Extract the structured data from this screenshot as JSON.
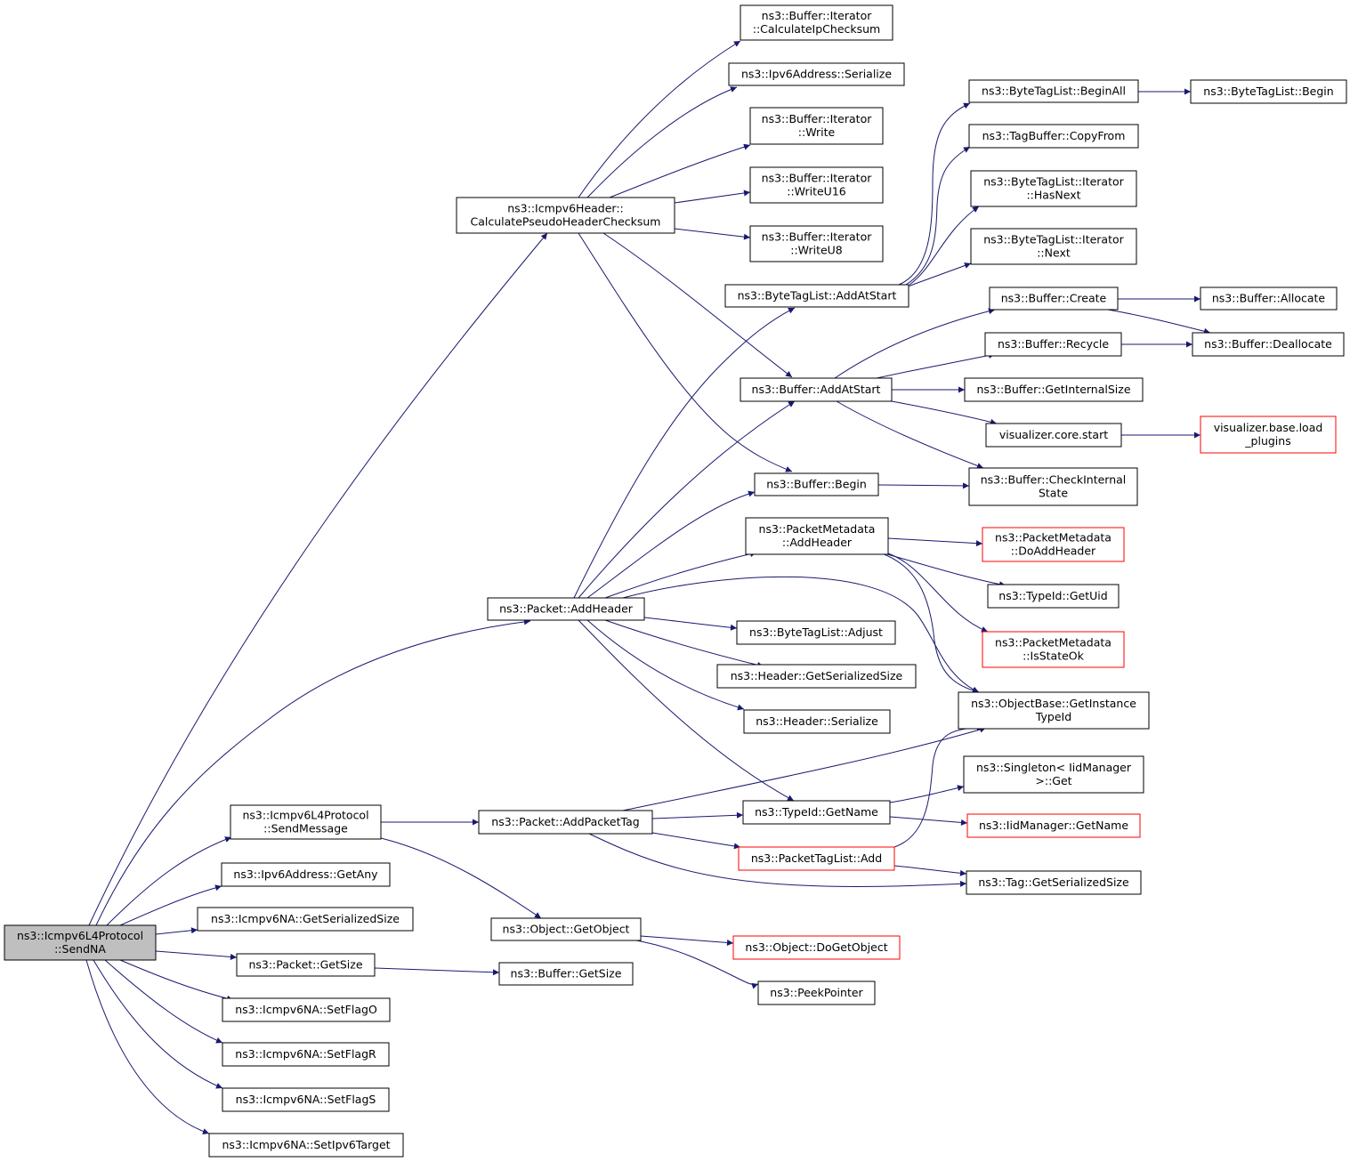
{
  "colors": {
    "edge": "#191970",
    "root_fill": "#bfbfbf",
    "incomplete_border": "#ff0000",
    "node_border": "#000000"
  },
  "nodes": {
    "sendna": [
      "ns3::Icmpv6L4Protocol",
      "::SendNA"
    ],
    "calcpseudo": [
      "ns3::Icmpv6Header::",
      "CalculatePseudoHeaderChecksum"
    ],
    "calcip": [
      "ns3::Buffer::Iterator",
      "::CalculateIpChecksum"
    ],
    "ipv6ser": [
      "ns3::Ipv6Address::Serialize"
    ],
    "itwrite": [
      "ns3::Buffer::Iterator",
      "::Write"
    ],
    "itwriteu16": [
      "ns3::Buffer::Iterator",
      "::WriteU16"
    ],
    "itwriteu8": [
      "ns3::Buffer::Iterator",
      "::WriteU8"
    ],
    "btlbeginall": [
      "ns3::ByteTagList::BeginAll"
    ],
    "btlbegin": [
      "ns3::ByteTagList::Begin"
    ],
    "tagcopy": [
      "ns3::TagBuffer::CopyFrom"
    ],
    "hasnext": [
      "ns3::ByteTagList::Iterator",
      "::HasNext"
    ],
    "itnext": [
      "ns3::ByteTagList::Iterator",
      "::Next"
    ],
    "btladdatstart": [
      "ns3::ByteTagList::AddAtStart"
    ],
    "bufcreate": [
      "ns3::Buffer::Create"
    ],
    "bufallocate": [
      "ns3::Buffer::Allocate"
    ],
    "bufrecycle": [
      "ns3::Buffer::Recycle"
    ],
    "bufdealloc": [
      "ns3::Buffer::Deallocate"
    ],
    "bufaddatstart": [
      "ns3::Buffer::AddAtStart"
    ],
    "bufinternal": [
      "ns3::Buffer::GetInternalSize"
    ],
    "viscore": [
      "visualizer.core.start"
    ],
    "visbase": [
      "visualizer.base.load",
      "_plugins"
    ],
    "bufbegin": [
      "ns3::Buffer::Begin"
    ],
    "bufcheck": [
      "ns3::Buffer::CheckInternal",
      "State"
    ],
    "pmaddheader": [
      "ns3::PacketMetadata",
      "::AddHeader"
    ],
    "pmdoadd": [
      "ns3::PacketMetadata",
      "::DoAddHeader"
    ],
    "typeuid": [
      "ns3::TypeId::GetUid"
    ],
    "pmstate": [
      "ns3::PacketMetadata",
      "::IsStateOk"
    ],
    "pktaddheader": [
      "ns3::Packet::AddHeader"
    ],
    "btladjust": [
      "ns3::ByteTagList::Adjust"
    ],
    "hdrsize": [
      "ns3::Header::GetSerializedSize"
    ],
    "hdrser": [
      "ns3::Header::Serialize"
    ],
    "objinst": [
      "ns3::ObjectBase::GetInstance",
      "TypeId"
    ],
    "singleton": [
      "ns3::Singleton< IidManager",
      ">::Get"
    ],
    "sendmsg": [
      "ns3::Icmpv6L4Protocol",
      "::SendMessage"
    ],
    "addpkttag": [
      "ns3::Packet::AddPacketTag"
    ],
    "typename": [
      "ns3::TypeId::GetName"
    ],
    "iidname": [
      "ns3::IidManager::GetName"
    ],
    "ptladd": [
      "ns3::PacketTagList::Add"
    ],
    "tagsize": [
      "ns3::Tag::GetSerializedSize"
    ],
    "ipv6any": [
      "ns3::Ipv6Address::GetAny"
    ],
    "nasize": [
      "ns3::Icmpv6NA::GetSerializedSize"
    ],
    "getobject": [
      "ns3::Object::GetObject"
    ],
    "dogetobject": [
      "ns3::Object::DoGetObject"
    ],
    "pktsize": [
      "ns3::Packet::GetSize"
    ],
    "bufsize": [
      "ns3::Buffer::GetSize"
    ],
    "peek": [
      "ns3::PeekPointer"
    ],
    "flago": [
      "ns3::Icmpv6NA::SetFlagO"
    ],
    "flagr": [
      "ns3::Icmpv6NA::SetFlagR"
    ],
    "flags": [
      "ns3::Icmpv6NA::SetFlagS"
    ],
    "settarget": [
      "ns3::Icmpv6NA::SetIpv6Target"
    ]
  }
}
